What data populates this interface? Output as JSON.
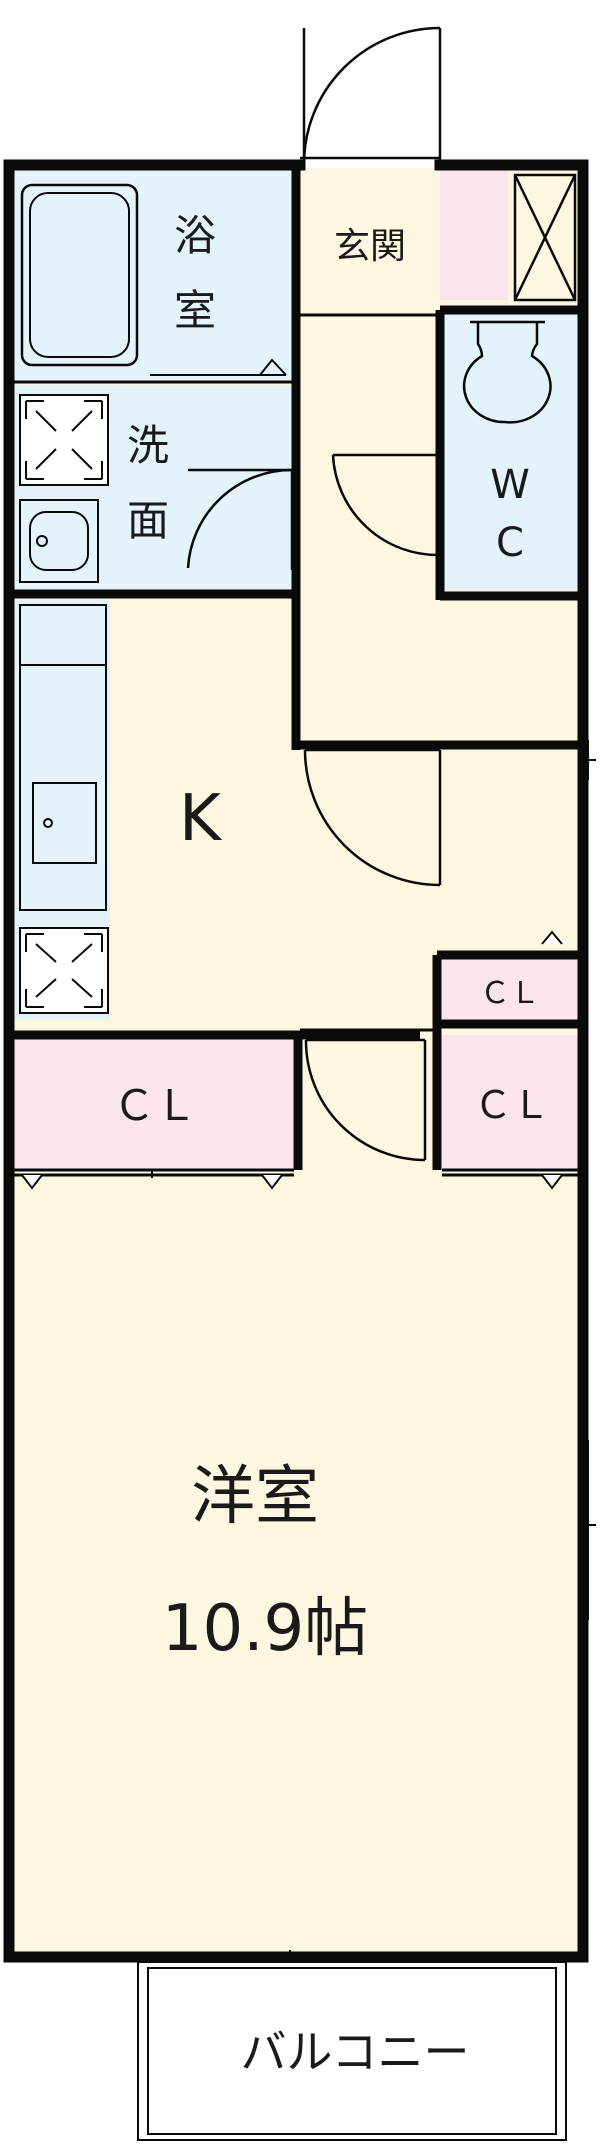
{
  "rooms": {
    "bath": {
      "label_1": "浴",
      "label_2": "室"
    },
    "entrance": {
      "label": "玄関"
    },
    "washroom": {
      "label_1": "洗",
      "label_2": "面"
    },
    "wc": {
      "label_1": "W",
      "label_2": "C"
    },
    "kitchen": {
      "label": "K"
    },
    "closet_small": {
      "label": "ＣＬ"
    },
    "closet_left": {
      "label": "ＣＬ"
    },
    "closet_right": {
      "label": "ＣＬ"
    },
    "western_room": {
      "label": "洋室",
      "size": "10.9帖"
    },
    "balcony": {
      "label": "バルコニー"
    }
  },
  "colors": {
    "wall": "#0a0a0a",
    "wet_area": "#e3f2fb",
    "living": "#fdf7e2",
    "closet": "#fbe4ec",
    "entrance": "#fdf7e2",
    "balcony": "#ffffff"
  }
}
